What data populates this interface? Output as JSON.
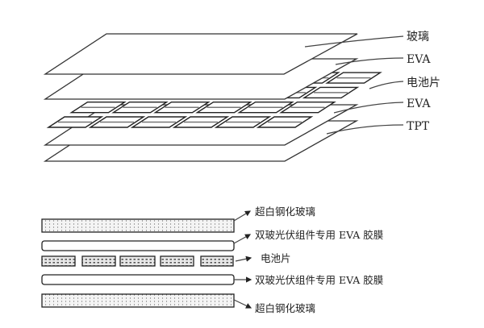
{
  "exploded_view": {
    "labels": [
      "玻璃",
      "EVA",
      "电池片",
      "EVA",
      "TPT"
    ]
  },
  "cross_section": {
    "labels": [
      "超白钢化玻璃",
      "双玻光伏组件专用 EVA 胶膜",
      "电池片",
      "双玻光伏组件专用 EVA 胶膜",
      "超白钢化玻璃"
    ]
  }
}
